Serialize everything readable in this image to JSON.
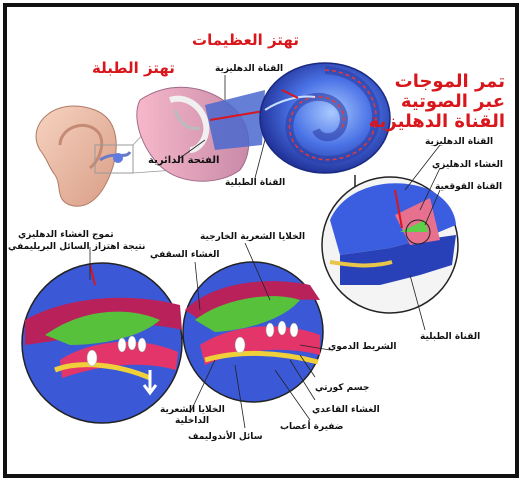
{
  "labels": {
    "ossicles_vibrate": "تهتز العظيمات",
    "eardrum_vibrates": "تهتز الطبلة",
    "vestibular_canal_top": "القناة الدهليزية",
    "waves_line1": "تمر الموجات",
    "waves_line2": "عبر الصوتية",
    "waves_line3": "القناة الدهليزية",
    "oval_window": "الفتحة الدائرية",
    "tympanic_canal_mid": "القناة الطبلية",
    "vestibular_canal_right": "القناة الدهليزية",
    "vestibular_membrane": "الغشاء الدهليزي",
    "cochlear_duct": "القناة القوقعية",
    "vestibular_wave_line1": "تموج الغشاء الدهليزي",
    "vestibular_wave_line2": "نتيجة اهتزاز السائل البريليمفي",
    "outer_hair_cells": "الخلايا الشعرية الخارجية",
    "tectorial_membrane": "الغشاء السقفي",
    "tympanic_canal_right": "القناة الطبلية",
    "stria_vascularis": "الشريط الدموي",
    "organ_of_corti": "جسم كورتي",
    "basilar_membrane": "الغشاء القاعدي",
    "inner_hair_cells_line1": "الخلايا الشعرية",
    "inner_hair_cells_line2": "الداخلية",
    "nerve_fibers": "ضفيرة أعصاب",
    "endolymph": "سائل الأندوليمف"
  }
}
